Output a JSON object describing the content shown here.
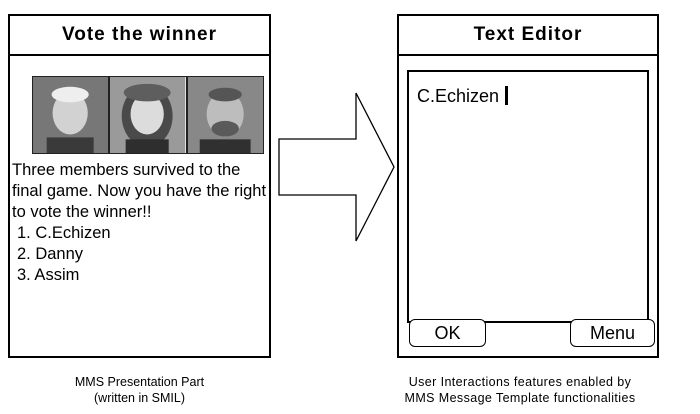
{
  "left_phone": {
    "title": "Vote the winner",
    "message": "Three members survived to the final game. Now you have the right to vote the winner!!",
    "candidates": [
      "1. C.Echizen",
      "2. Danny",
      "3. Assim"
    ],
    "caption_line1": "MMS Presentation Part",
    "caption_line2": "(written in SMIL)"
  },
  "right_phone": {
    "title": "Text Editor",
    "editor_text": "C.Echizen",
    "ok_label": "OK",
    "menu_label": "Menu",
    "caption_line1": "User Interactions features enabled by",
    "caption_line2": "MMS Message Template functionalities"
  }
}
